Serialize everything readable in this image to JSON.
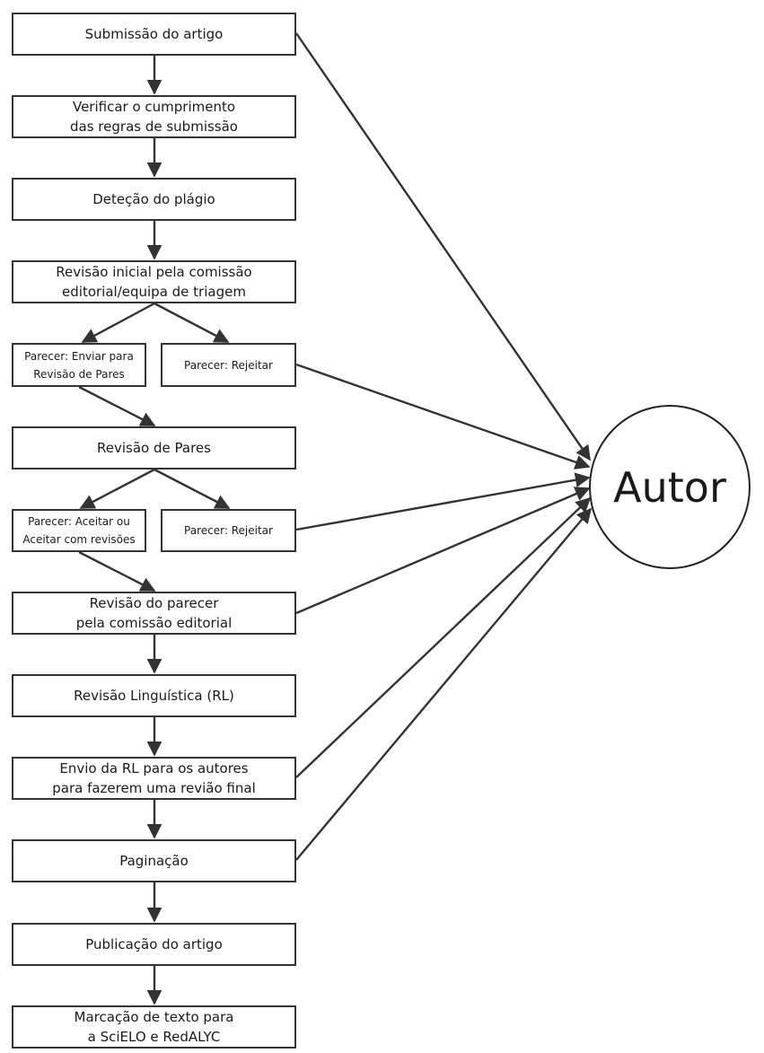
{
  "diagram": {
    "nodes": {
      "submissao": "Submissão do artigo",
      "verificar": "Verificar o cumprimento\ndas regras de submissão",
      "detecao": "Deteção do plágio",
      "revisao_inicial": "Revisão inicial pela comissão\neditorial/equipa de triagem",
      "parecer_enviar": "Parecer: Enviar para\nRevisão de Pares",
      "parecer_rejeitar_1": "Parecer: Rejeitar",
      "revisao_pares": "Revisão de Pares",
      "parecer_aceitar": "Parecer: Aceitar ou\nAceitar com revisões",
      "parecer_rejeitar_2": "Parecer: Rejeitar",
      "revisao_parecer": "Revisão do parecer\npela comissão editorial",
      "revisao_linguistica": "Revisão Linguística (RL)",
      "envio_rl": "Envio da RL para os autores\npara fazerem uma revião final",
      "paginacao": "Paginação",
      "publicacao": "Publicação do artigo",
      "marcacao": "Marcação de texto para\na SciELO e RedALYC",
      "autor": "Autor"
    },
    "edges": [
      {
        "from": "submissao",
        "to": "verificar"
      },
      {
        "from": "verificar",
        "to": "detecao"
      },
      {
        "from": "detecao",
        "to": "revisao_inicial"
      },
      {
        "from": "revisao_inicial",
        "to": "parecer_enviar"
      },
      {
        "from": "revisao_inicial",
        "to": "parecer_rejeitar_1"
      },
      {
        "from": "parecer_enviar",
        "to": "revisao_pares"
      },
      {
        "from": "revisao_pares",
        "to": "parecer_aceitar"
      },
      {
        "from": "revisao_pares",
        "to": "parecer_rejeitar_2"
      },
      {
        "from": "parecer_aceitar",
        "to": "revisao_parecer"
      },
      {
        "from": "revisao_parecer",
        "to": "revisao_linguistica"
      },
      {
        "from": "revisao_linguistica",
        "to": "envio_rl"
      },
      {
        "from": "envio_rl",
        "to": "paginacao"
      },
      {
        "from": "paginacao",
        "to": "publicacao"
      },
      {
        "from": "publicacao",
        "to": "marcacao"
      },
      {
        "from": "submissao",
        "to": "autor"
      },
      {
        "from": "parecer_rejeitar_1",
        "to": "autor"
      },
      {
        "from": "parecer_rejeitar_2",
        "to": "autor"
      },
      {
        "from": "revisao_parecer",
        "to": "autor"
      },
      {
        "from": "envio_rl",
        "to": "autor"
      },
      {
        "from": "paginacao",
        "to": "autor"
      }
    ],
    "colors": {
      "stroke": "#333333",
      "fill": "#ffffff",
      "text": "#1a1a1a"
    }
  }
}
